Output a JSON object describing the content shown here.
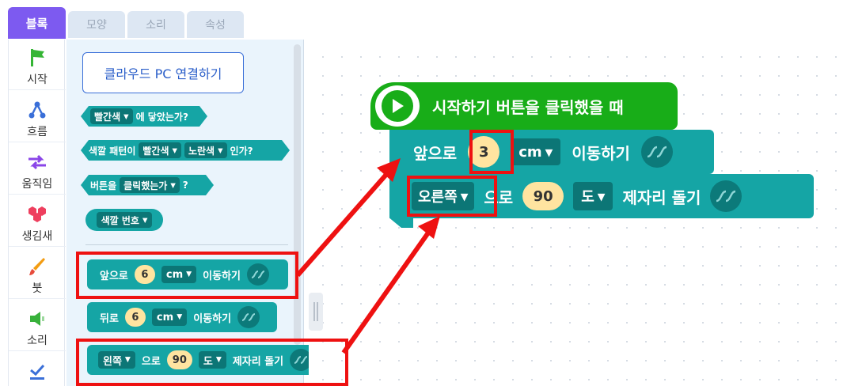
{
  "tabs": [
    "블록",
    "모양",
    "소리",
    "속성"
  ],
  "categories": [
    {
      "label": "시작",
      "icon": "flag-icon",
      "color": "#35b535"
    },
    {
      "label": "흐름",
      "icon": "flow-icon",
      "color": "#3a6fd8"
    },
    {
      "label": "움직임",
      "icon": "move-arrows-icon",
      "color": "#8a45e8"
    },
    {
      "label": "생김새",
      "icon": "looks-icon",
      "color": "#ee3f5e"
    },
    {
      "label": "붓",
      "icon": "brush-icon",
      "color": "#f39c12"
    },
    {
      "label": "소리",
      "icon": "speaker-icon",
      "color": "#38b13b"
    },
    {
      "label": "",
      "icon": "check-icon",
      "color": "#3a6fd8"
    }
  ],
  "palette": {
    "cloud_button": "클라우드 PC 연결하기",
    "touching_color": {
      "dropdown": "빨간색",
      "text": "에 닿았는가?"
    },
    "color_pattern": {
      "prefix": "색깔 패턴이",
      "dropdown1": "빨간색",
      "dropdown2": "노란색",
      "suffix": "인가?"
    },
    "button_clicked": {
      "dropdown1": "버튼을",
      "dropdown2": "클릭했는가",
      "value": "?"
    },
    "color_number": {
      "dropdown": "색깔 번호"
    },
    "move_forward": {
      "text": "앞으로",
      "value": "6",
      "unit": "cm",
      "action": "이동하기"
    },
    "move_back": {
      "text": "뒤로",
      "value": "6",
      "unit": "cm",
      "action": "이동하기"
    },
    "turn": {
      "direction": "왼쪽",
      "text": "으로",
      "value": "90",
      "unit": "도",
      "action": "제자리 돌기"
    }
  },
  "canvas": {
    "start_block": "시작하기 버튼을 클릭했을 때",
    "move_block": {
      "text": "앞으로",
      "value": "3",
      "unit": "cm",
      "action": "이동하기"
    },
    "turn_block": {
      "direction": "오른쪽",
      "text": "으로",
      "value": "90",
      "unit": "도",
      "action": "제자리 돌기"
    }
  },
  "colors": {
    "accent": "#7d5af0",
    "block": "#15a5a5",
    "start": "#18ad18",
    "highlight": "#ee1111"
  }
}
